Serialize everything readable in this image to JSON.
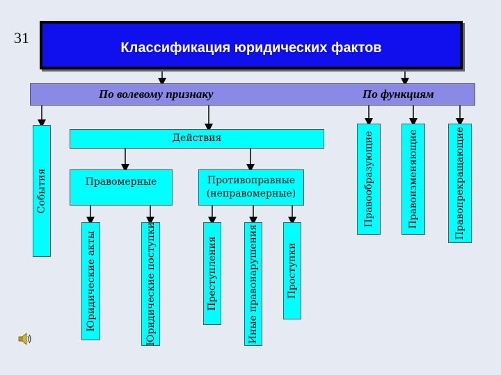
{
  "slide": {
    "number": "31"
  },
  "title": "Классификация юридических фактов",
  "branches": {
    "volitional": "По волевому признаку",
    "functions": "По функциям"
  },
  "volitional": {
    "events": "События",
    "actions": "Действия",
    "lawful": {
      "label": "Правомерные",
      "children": [
        "Юридические акты",
        "Юридические поступки"
      ]
    },
    "unlawful": {
      "label_line1": "Противоправные",
      "label_line2": "(неправомерные)",
      "children": [
        "Преступления",
        "Иные правонарушения",
        "Проступки"
      ]
    }
  },
  "functions": {
    "items": [
      "Правообразующие",
      "Правоизменяющие",
      "Правопрекращающие"
    ]
  },
  "colors": {
    "title_bg": "#1010ee",
    "band": "#8a8ae6",
    "box": "#00ffff",
    "bg": "#e6ebf3"
  },
  "icons": [
    "speaker-icon"
  ]
}
